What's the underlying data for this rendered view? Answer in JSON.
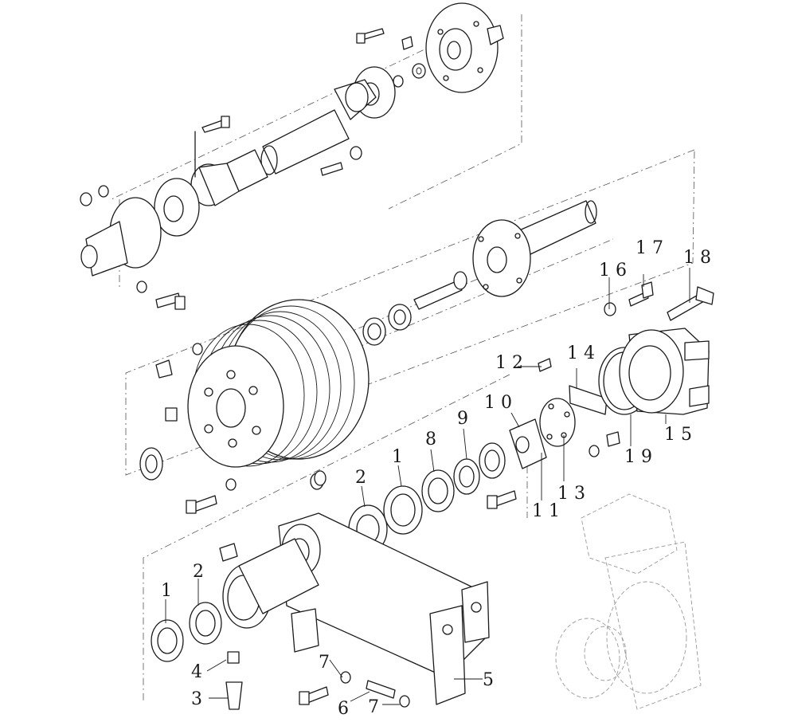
{
  "callouts": [
    {
      "id": "c1a",
      "text": "1 6"
    },
    {
      "id": "c1b",
      "text": "1 7"
    },
    {
      "id": "c1c",
      "text": "1 8"
    },
    {
      "id": "c1d",
      "text": "1 2"
    },
    {
      "id": "c1e",
      "text": "1 4"
    },
    {
      "id": "c1f",
      "text": "1 0"
    },
    {
      "id": "c9a",
      "text": "9"
    },
    {
      "id": "c8a",
      "text": "8"
    },
    {
      "id": "c1g",
      "text": "1"
    },
    {
      "id": "c2a",
      "text": "2"
    },
    {
      "id": "c1h",
      "text": "1 5"
    },
    {
      "id": "c1i",
      "text": "1 9"
    },
    {
      "id": "c1j",
      "text": "1 3"
    },
    {
      "id": "c1k",
      "text": "1 1"
    },
    {
      "id": "c1l",
      "text": "1"
    },
    {
      "id": "c2b",
      "text": "2"
    },
    {
      "id": "c4a",
      "text": "4"
    },
    {
      "id": "c3a",
      "text": "3"
    },
    {
      "id": "c7a",
      "text": "7"
    },
    {
      "id": "c6a",
      "text": "6"
    },
    {
      "id": "c7b",
      "text": "7"
    },
    {
      "id": "c5a",
      "text": "5"
    }
  ]
}
